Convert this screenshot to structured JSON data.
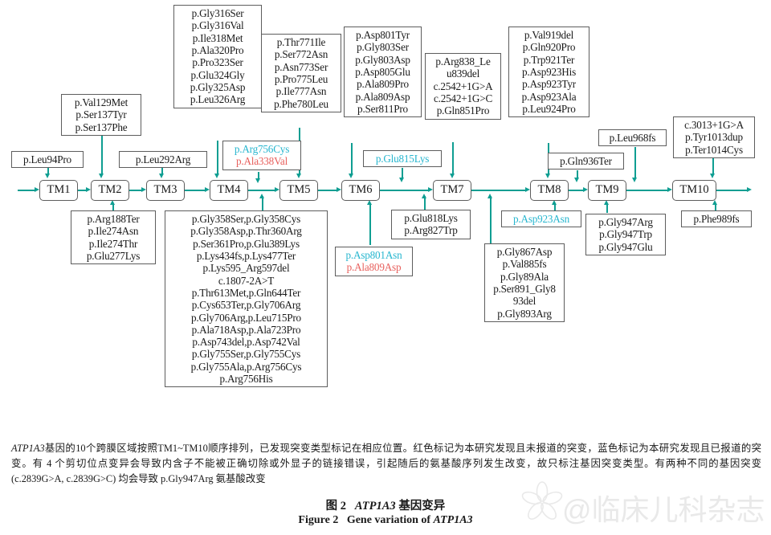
{
  "figure": {
    "title_cn": "图 2   ATP1A3 基因变异",
    "title_cn_prefix": "图 2",
    "title_cn_gene": "ATP1A3",
    "title_cn_suffix": "基因变异",
    "title_en_prefix": "Figure 2",
    "title_en_text": "Gene variation of",
    "title_en_gene": "ATP1A3",
    "caption_gene": "ATP1A3",
    "caption_text": "基因的10个跨膜区域按照TM1~TM10顺序排列，已发现突变类型标记在相应位置。红色标记为本研究发现且未报道的突变，蓝色标记为本研究发现且已报道的突变。有 4 个剪切位点变异会导致内含子不能被正确切除或外显子的链接错误，引起随后的氨基酸序列发生改变，故只标注基因突变类型。有两种不同的基因突变 (c.2839G>A, c.2839G>C) 均会导致 p.Gly947Arg 氨基酸改变",
    "watermark": "@临床儿科杂志"
  },
  "colors": {
    "connector": "#0f9e92",
    "box_border": "#5d5d5d",
    "blue_label": "#27b6cf",
    "red_label": "#e8615e",
    "text": "#1a1a1a"
  },
  "tm_domains": [
    {
      "id": "tm1",
      "label": "TM1"
    },
    {
      "id": "tm2",
      "label": "TM2"
    },
    {
      "id": "tm3",
      "label": "TM3"
    },
    {
      "id": "tm4",
      "label": "TM4"
    },
    {
      "id": "tm5",
      "label": "TM5"
    },
    {
      "id": "tm6",
      "label": "TM6"
    },
    {
      "id": "tm7",
      "label": "TM7"
    },
    {
      "id": "tm8",
      "label": "TM8"
    },
    {
      "id": "tm9",
      "label": "TM9"
    },
    {
      "id": "tm10",
      "label": "TM10"
    }
  ],
  "boxes": {
    "leu94pro": {
      "lines": [
        "p.Leu94Pro"
      ]
    },
    "val129met": {
      "lines": [
        "p.Val129Met",
        "p.Ser137Tyr",
        "p.Ser137Phe"
      ]
    },
    "leu292arg": {
      "lines": [
        "p.Leu292Arg"
      ]
    },
    "gly316ser": {
      "lines": [
        "p.Gly316Ser",
        "p.Gly316Val",
        "p.Ile318Met",
        "p.Ala320Pro",
        "p.Pro323Ser",
        "p.Glu324Gly",
        "p.Gly325Asp",
        "p.Leu326Arg"
      ]
    },
    "thr771ile": {
      "lines": [
        "p.Thr771Ile",
        "p.Ser772Asn",
        "p.Asn773Ser",
        "p.Pro775Leu",
        "p.Ile777Asn",
        "p.Phe780Leu"
      ]
    },
    "arg756cys": {
      "lines": [
        "p.Arg756Cys",
        "p.Ala338Val"
      ],
      "line_colors": [
        "blue",
        "red"
      ]
    },
    "asp801tyr": {
      "lines": [
        "p.Asp801Tyr",
        "p.Gly803Ser",
        "p.Gly803Asp",
        "p.Asp805Glu",
        "p.Ala809Pro",
        "p.Ala809Asp",
        "p.Ser811Pro"
      ]
    },
    "arg838": {
      "lines": [
        "p.Arg838_Le",
        "u839del",
        "c.2542+1G>A",
        "c.2542+1G>C",
        "p.Gln851Pro"
      ]
    },
    "glu815lys": {
      "lines": [
        "p.Glu815Lys"
      ],
      "line_colors": [
        "blue"
      ]
    },
    "val919del": {
      "lines": [
        "p.Val919del",
        "p.Gln920Pro",
        "p.Trp921Ter",
        "p.Asp923His",
        "p.Asp923Tyr",
        "p.Asp923Ala",
        "p.Leu924Pro"
      ]
    },
    "leu968fs": {
      "lines": [
        "p.Leu968fs"
      ]
    },
    "gln936ter": {
      "lines": [
        "p.Gln936Ter"
      ]
    },
    "c3013": {
      "lines": [
        "c.3013+1G>A",
        "p.Tyr1013dup",
        "p.Ter1014Cys"
      ]
    },
    "arg188ter": {
      "lines": [
        "p.Arg188Ter",
        "p.Ile274Asn",
        "p.Ile274Thr",
        "p.Glu277Lys"
      ]
    },
    "gly358ser": {
      "lines": [
        "p.Gly358Ser,p.Gly358Cys",
        "p.Gly358Asp,p.Thr360Arg",
        "p.Ser361Pro,p.Glu389Lys",
        "p.Lys434fs,p.Lys477Ter",
        "p.Lys595_Arg597del",
        "c.1807-2A>T",
        "p.Thr613Met,p.Gln644Ter",
        "p.Cys653Ter,p.Gly706Arg",
        "p.Gly706Arg,p.Leu715Pro",
        "p.Ala718Asp,p.Ala723Pro",
        "p.Asp743del,p.Asp742Val",
        "p.Gly755Ser,p.Gly755Cys",
        "p.Gly755Ala,p.Arg756Cys",
        "p.Arg756His"
      ]
    },
    "asp801asn": {
      "lines": [
        "p.Asp801Asn",
        "p.Ala809Asp"
      ],
      "line_colors": [
        "blue",
        "red"
      ]
    },
    "glu818lys": {
      "lines": [
        "p.Glu818Lys",
        "p.Arg827Trp"
      ]
    },
    "asp923asn": {
      "lines": [
        "p.Asp923Asn"
      ],
      "line_colors": [
        "blue"
      ]
    },
    "gly867asp": {
      "lines": [
        "p.Gly867Asp",
        "p.Val885fs",
        "p.Gly89Ala",
        "p.Ser891_Gly8",
        "93del",
        "p.Gly893Arg"
      ]
    },
    "gly947arg": {
      "lines": [
        "p.Gly947Arg",
        "p.Gly947Trp",
        "p.Gly947Glu"
      ]
    },
    "phe989fs": {
      "lines": [
        "p.Phe989fs"
      ]
    }
  }
}
